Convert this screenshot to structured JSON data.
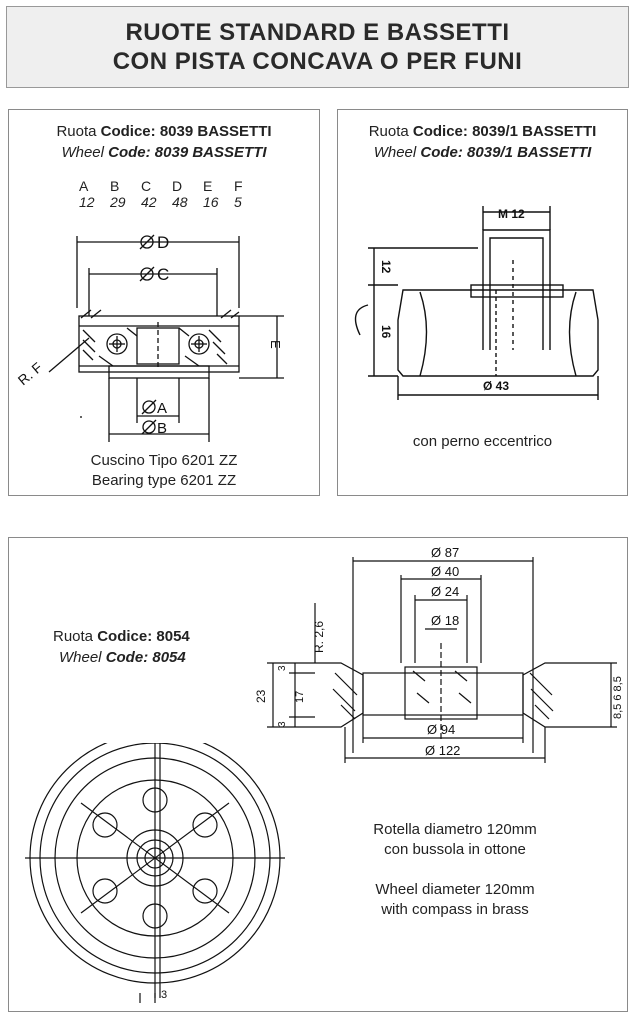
{
  "header": {
    "line1": "RUOTE STANDARD E BASSETTI",
    "line2": "CON PISTA CONCAVA O PER FUNI"
  },
  "panel1": {
    "title_prefix": "Ruota ",
    "title_code_label": "Codice:",
    "title_code": " 8039 BASSETTI",
    "subtitle_prefix": "Wheel ",
    "subtitle_code_label": "Code:",
    "subtitle_code": " 8039 BASSETTI",
    "letters": [
      "A",
      "B",
      "C",
      "D",
      "E",
      "F"
    ],
    "values": [
      "12",
      "29",
      "42",
      "48",
      "16",
      "5"
    ],
    "dim_d": "D",
    "dim_c": "C",
    "dim_a": "A",
    "dim_b": "B",
    "dim_e": "E",
    "dim_rf": "R. F",
    "bearing_line1": "Cuscino Tipo 6201 ZZ",
    "bearing_line2": "Bearing type 6201 ZZ"
  },
  "panel2": {
    "title_prefix": "Ruota ",
    "title_code_label": "Codice:",
    "title_code": " 8039/1 BASSETTI",
    "subtitle_prefix": "Wheel ",
    "subtitle_code_label": "Code:",
    "subtitle_code": " 8039/1 BASSETTI",
    "dim_m12": "M 12",
    "dim_12": "12",
    "dim_16": "16",
    "dim_43": "Ø 43",
    "note": "con perno eccentrico"
  },
  "panel3": {
    "title_prefix": "Ruota ",
    "title_code_label": "Codice:",
    "title_code": " 8054",
    "subtitle_prefix": "Wheel ",
    "subtitle_code_label": "Code:",
    "subtitle_code": " 8054",
    "dim_87": "Ø 87",
    "dim_40": "Ø 40",
    "dim_24": "Ø 24",
    "dim_18": "Ø 18",
    "dim_94": "Ø 94",
    "dim_122": "Ø 122",
    "dim_r26": "R. 2,6",
    "dim_3a": "3",
    "dim_17": "17",
    "dim_23": "23",
    "dim_3b": "3",
    "dim_right": "8,5 6 8,5",
    "dim_3c": "3",
    "desc_line1": "Rotella diametro 120mm",
    "desc_line2": "con bussola in ottone",
    "desc_line3": "Wheel diameter 120mm",
    "desc_line4": "with compass in brass"
  }
}
